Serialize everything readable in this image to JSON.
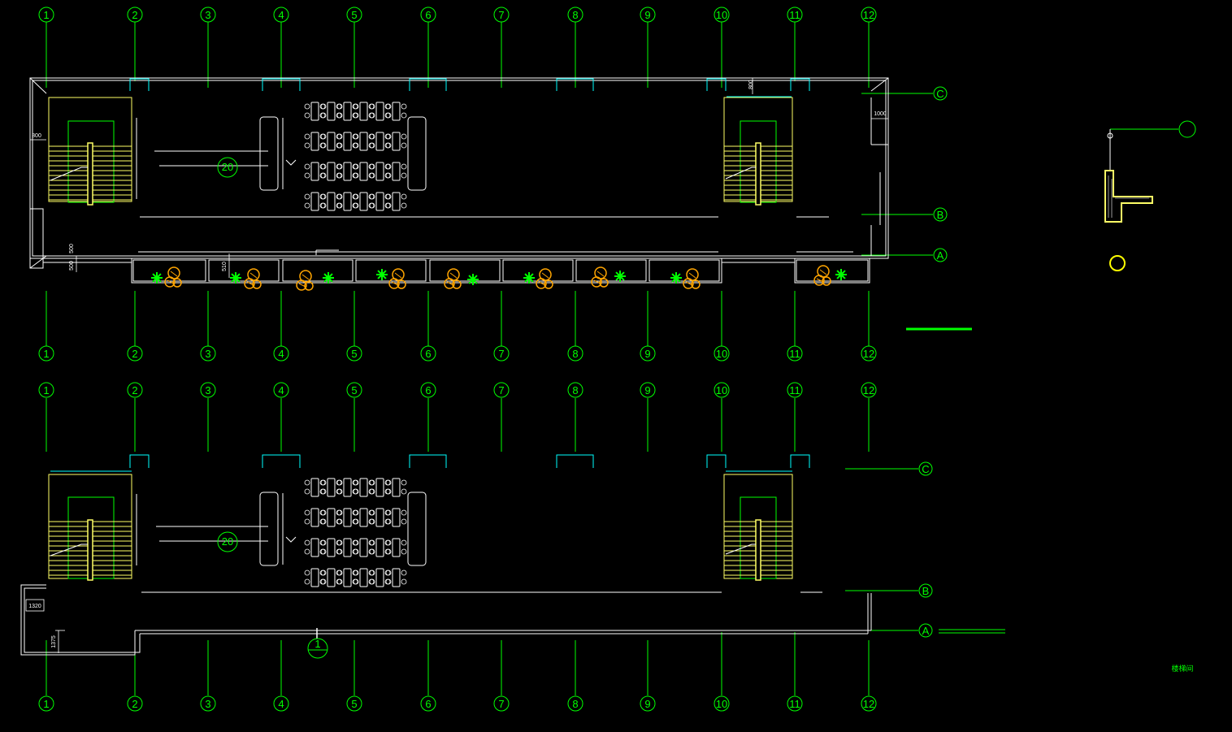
{
  "colors": {
    "background": "#000000",
    "grid": "#00ff00",
    "wall": "#ffffff",
    "stair": "#ffff66",
    "window": "#00ffff",
    "plant": "#ffa500",
    "plant_green": "#00ff00"
  },
  "grid_columns": [
    "1",
    "2",
    "3",
    "4",
    "5",
    "6",
    "7",
    "8",
    "9",
    "10",
    "11",
    "12"
  ],
  "grid_rows": [
    "C",
    "B",
    "A"
  ],
  "dimensions": {
    "d800_top": "800",
    "d1000": "1000",
    "d800_left": "800",
    "d500a": "500",
    "d500b": "500",
    "d510": "510",
    "d1320": "1320",
    "d1375": "1375"
  },
  "ramp_labels": {
    "upper": "20",
    "lower": "20"
  },
  "section_mark": "1",
  "small_note": "楼梯间"
}
